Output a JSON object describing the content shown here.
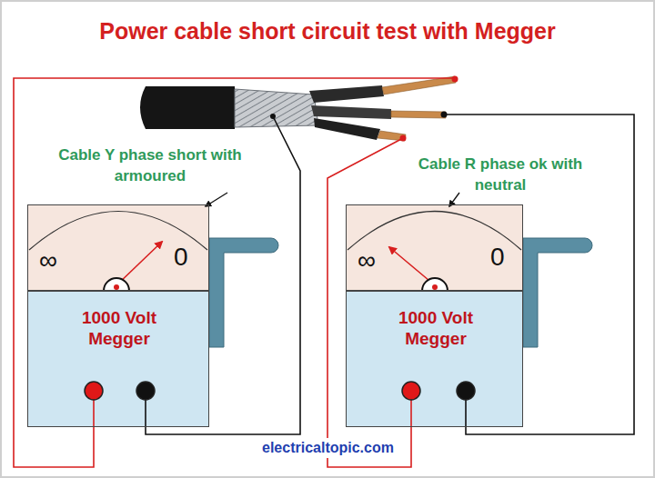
{
  "diagram": {
    "title": "Power cable short circuit test with Megger",
    "nodes": [
      {
        "text": [
          "∞",
          "0"
        ]
      },
      {
        "text": [
          "1000 Volt Megger"
        ]
      },
      {
        "text": [
          "∞",
          "0"
        ]
      },
      {
        "text": [
          "1000 Volt Megger"
        ]
      }
    ],
    "labels": [
      "Cable Y phase short with armoured",
      "Cable R phase ok with neutral",
      "electricaltopic.com"
    ]
  }
}
